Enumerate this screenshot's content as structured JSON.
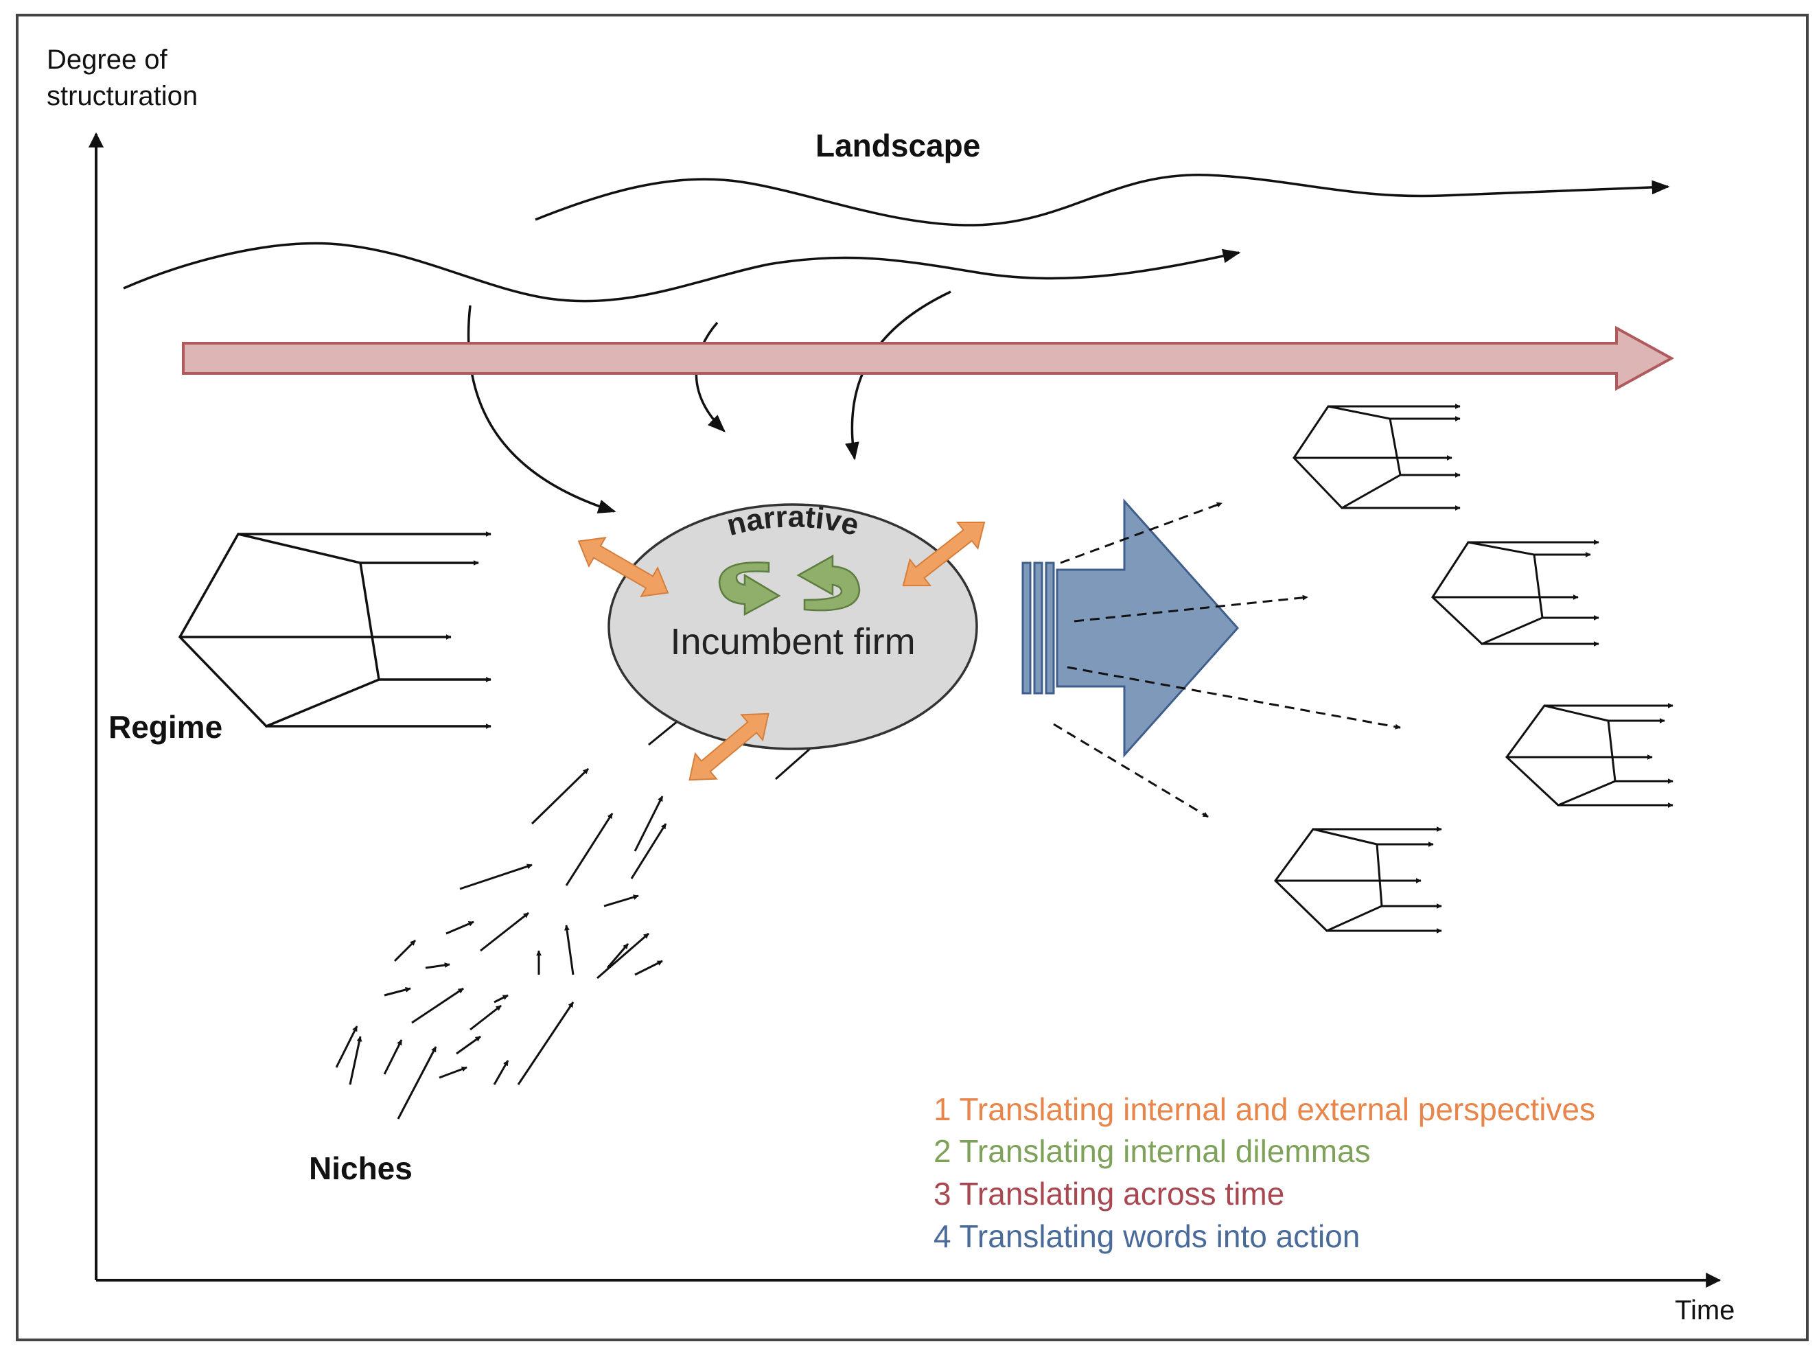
{
  "axes": {
    "y_label_line1": "Degree of",
    "y_label_line2": "structuration",
    "x_label": "Time"
  },
  "labels": {
    "landscape": "Landscape",
    "regime": "Regime",
    "niches": "Niches",
    "incumbent_firm": "Incumbent firm",
    "narrative": "narrative"
  },
  "legend": {
    "item1": "1 Translating internal and external perspectives",
    "item2": "2 Translating internal dilemmas",
    "item3": "3 Translating across time",
    "item4": "4 Translating words into action"
  },
  "colors": {
    "translation_1_orange": "#F0A060",
    "translation_2_green": "#8FAF6A",
    "translation_3_red": "#B05A5E",
    "translation_4_blue": "#7F99BB",
    "firm_ellipse_fill": "#D9D9D9",
    "timeline_arrow_fill": "#DDB5B5"
  }
}
